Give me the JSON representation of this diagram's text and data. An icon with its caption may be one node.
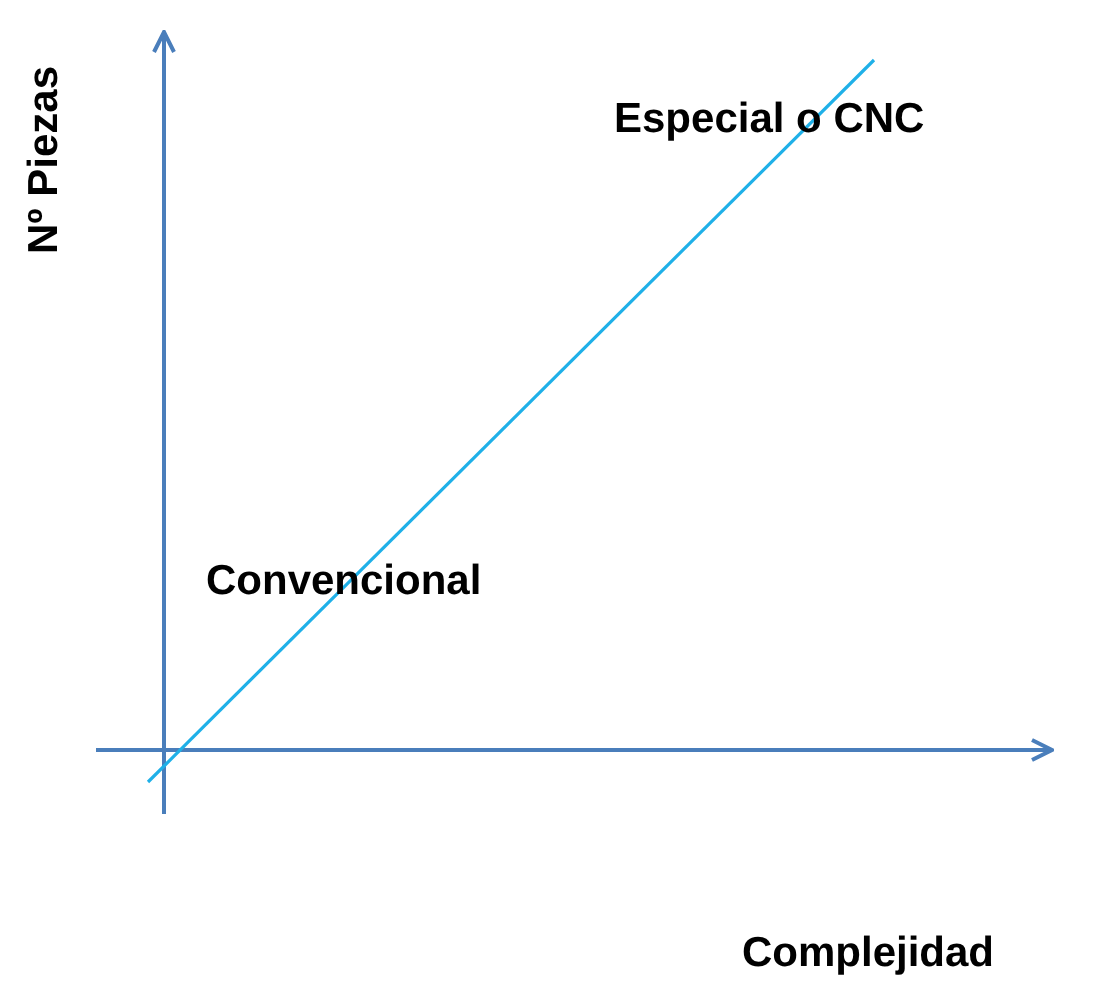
{
  "diagram": {
    "labels": [
      "Nº Piezas",
      "Especial o CNC",
      "Convencional",
      "Complejidad"
    ]
  }
}
